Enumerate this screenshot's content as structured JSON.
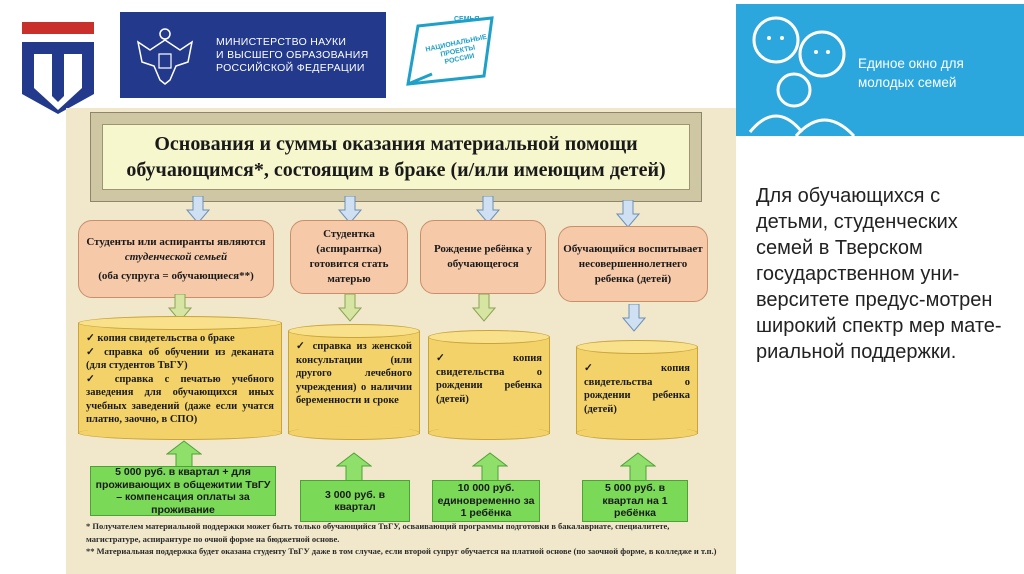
{
  "header": {
    "ministry_text": "МИНИСТЕРСТВО НАУКИ\nИ ВЫСШЕГО ОБРАЗОВАНИЯ\nРОССИЙСКОЙ ФЕДЕРАЦИИ",
    "np_small": "СЕМЬЯ",
    "np_text": "НАЦИОНАЛЬНЫЕ ПРОЕКТЫ РОССИИ",
    "window_text": "Единое окно для\nмолодых семей",
    "brand_blue": "#23398b",
    "window_blue": "#2ba7dd"
  },
  "infographic": {
    "title": "Основания и суммы оказания материальной помощи обучающимся*, состоящим в браке (и/или имеющим детей)",
    "categories": [
      {
        "line1": "Студенты или аспиранты являются",
        "line2": "студенческой семьей",
        "line3": "(оба супруга = обучающиеся**)"
      },
      {
        "line1": "Студентка (аспирантка) готовится стать матерью"
      },
      {
        "line1": "Рождение ребёнка у обучающегося"
      },
      {
        "line1": "Обучающийся воспитывает несовершеннолетнего ребенка (детей)"
      }
    ],
    "documents": [
      [
        "✓  копия свидетельства о браке",
        "✓  справка об обучении из деканата (для студентов ТвГУ)",
        "✓  справка с печатью учебного заведения для обучающихся иных учебных заведений (даже если учатся платно, заочно, в СПО)"
      ],
      [
        "✓  справка из женской консультации (или другого лечебного учреждения) о наличии беременности и сроке"
      ],
      [
        "✓  копия свидетельства о рождении ребенка (детей)"
      ],
      [
        "✓  копия свидетельства о рождении ребенка (детей)"
      ]
    ],
    "amounts": [
      "5 000 руб. в квартал + для проживающих в общежитии ТвГУ – компенсация оплаты за проживание",
      "3 000 руб. в квартал",
      "10 000 руб. единовременно за 1 ребёнка",
      "5 000 руб. в квартал на 1 ребёнка"
    ],
    "footnote1": "* Получателем материальной поддержки может быть только обучающийся ТвГУ, осваивающий программы подготовки в бакалавриате, специалитете, магистратуре, аспирантуре по очной форме на бюджетной основе.",
    "footnote2": "** Материальная поддержка будет оказана студенту ТвГУ даже в том случае, если второй супруг обучается на платной основе (по заочной форме, в колледже и т.п.)"
  },
  "side_text": "    Для обучающихся с детьми, студенческих семей в Тверском государственном уни-верситете предус-мотрен широкий спектр мер мате-риальной поддержки."
}
